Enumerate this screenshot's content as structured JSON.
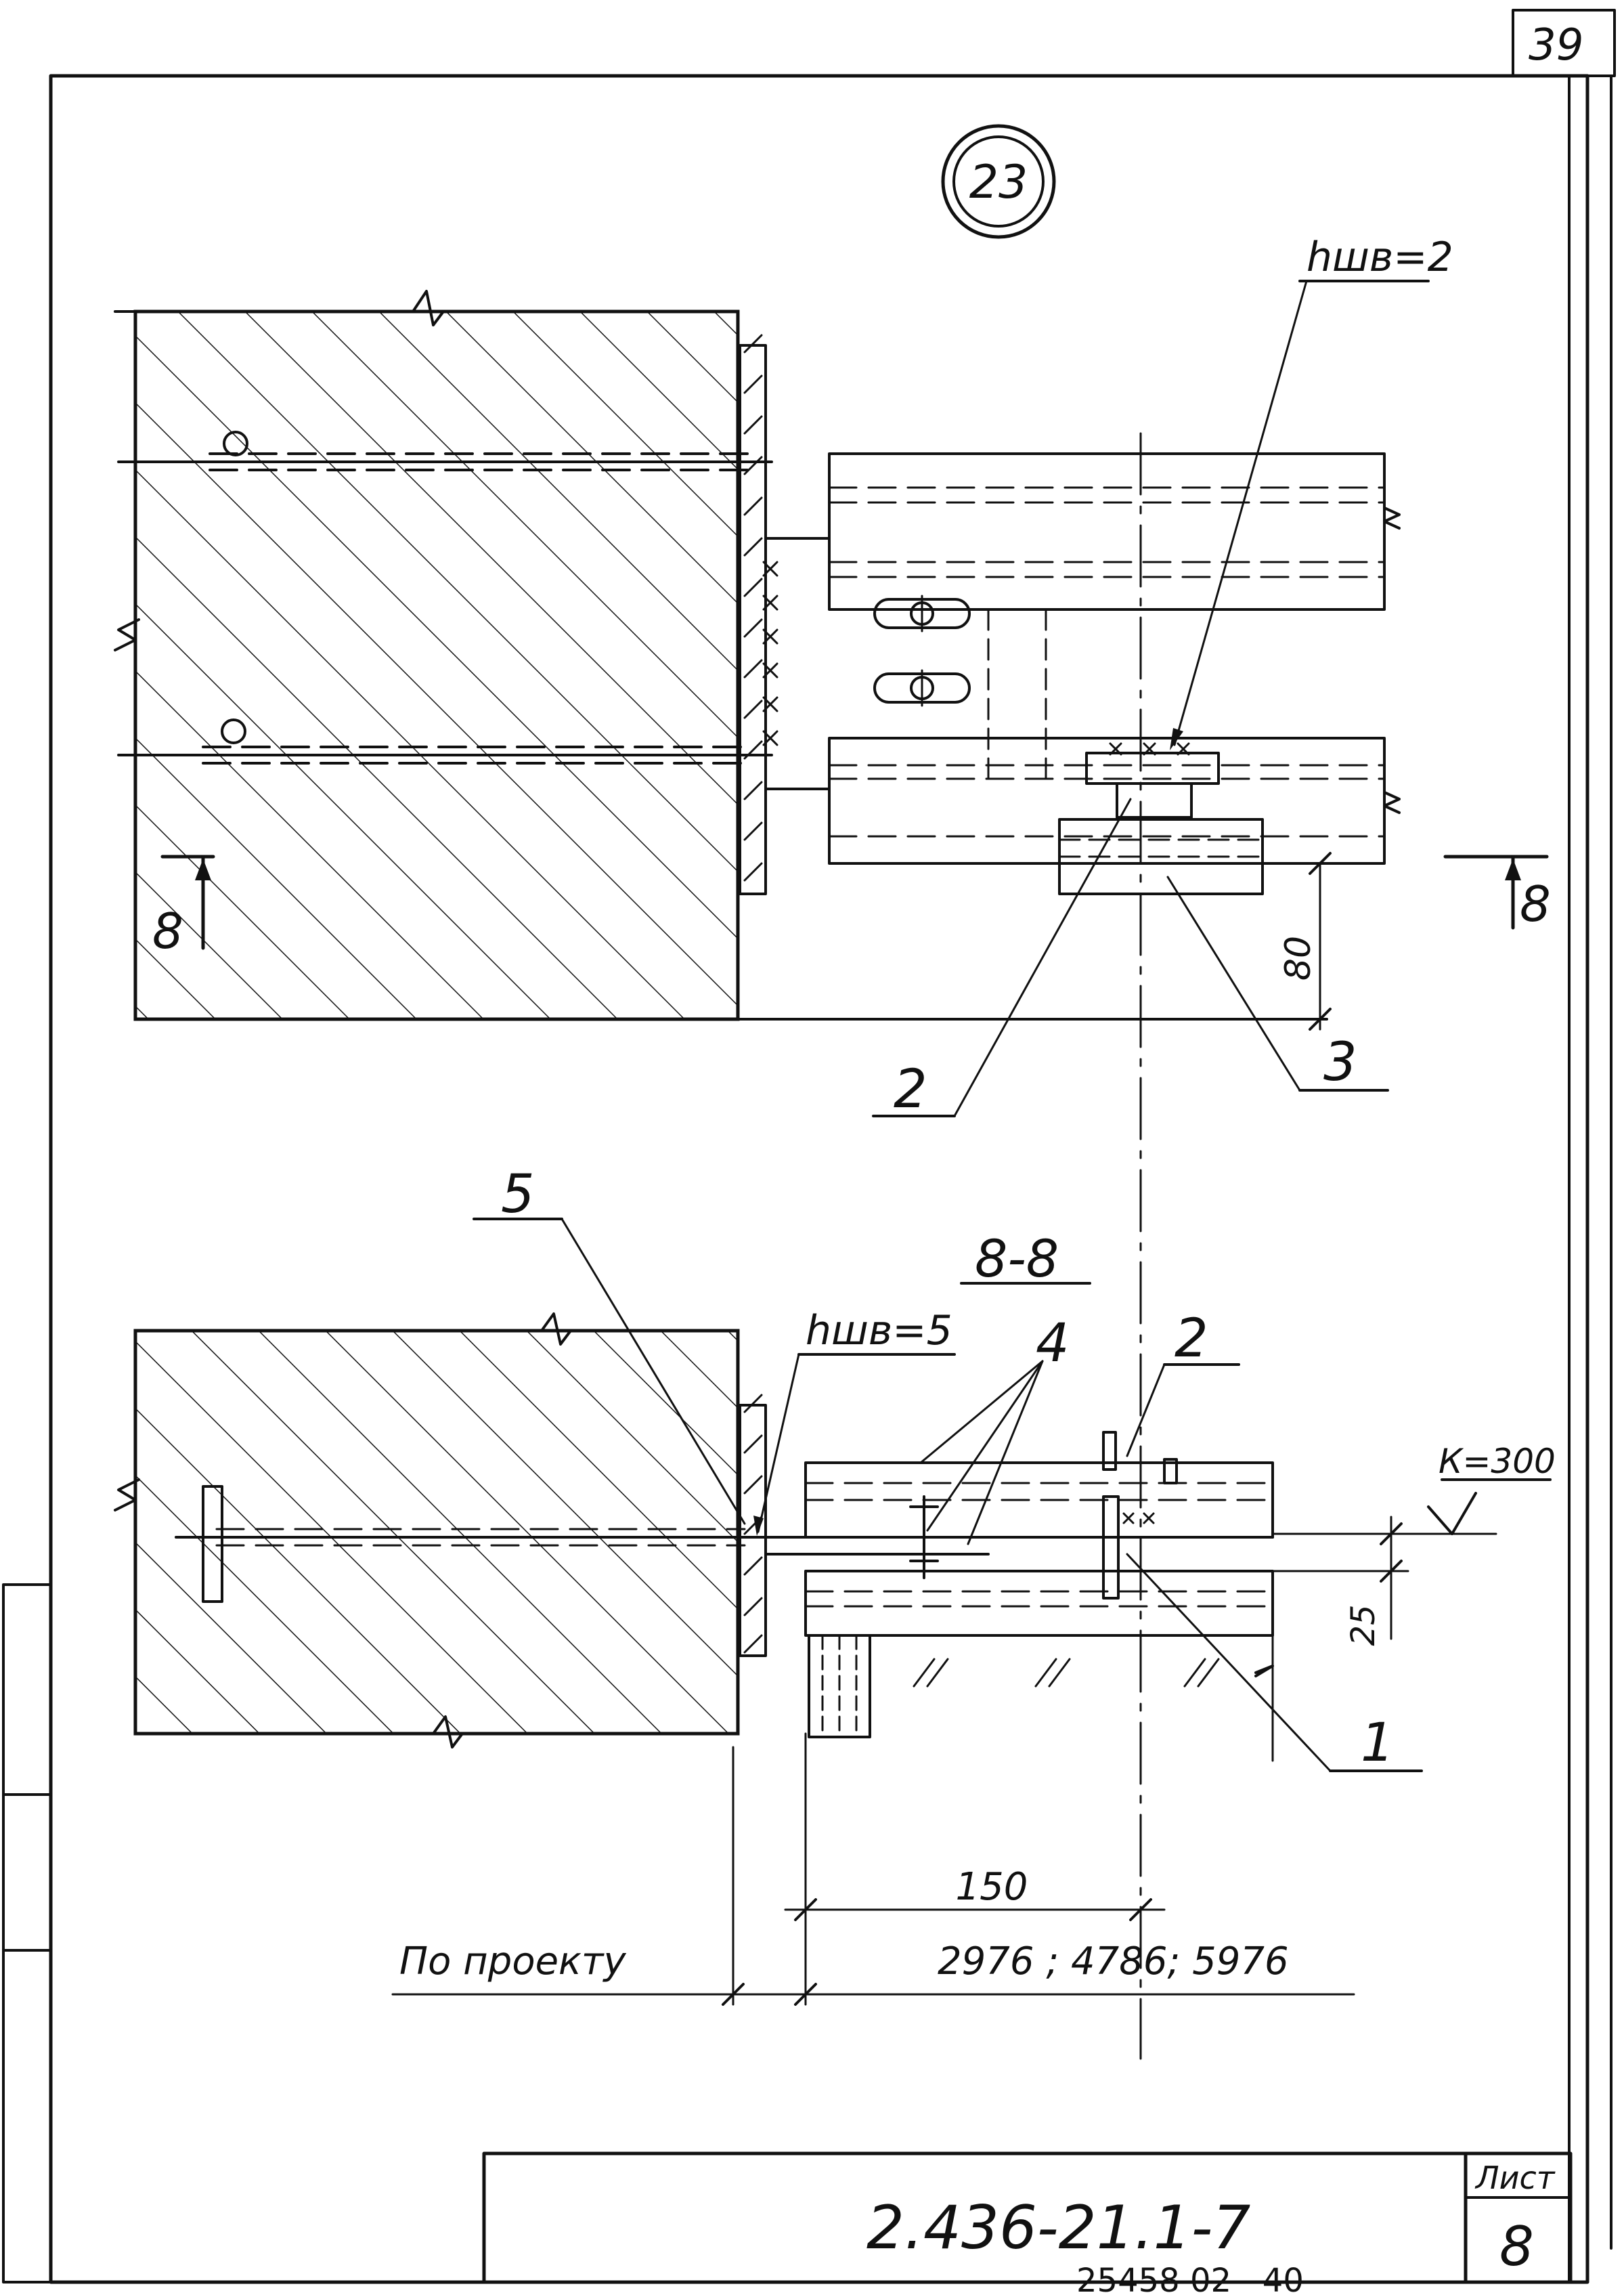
{
  "sheet": {
    "corner_page_number": "39",
    "detail_number": "23",
    "bottom_stamp": "25458 02   40"
  },
  "plan_view": {
    "weld_label": "hшв=2",
    "section_mark": "8",
    "dim_80": "80",
    "callout_2": "2",
    "callout_3": "3"
  },
  "section_view": {
    "title": "8-8",
    "weld_label": "hшв=5",
    "callout_5": "5",
    "callout_4": "4",
    "callout_2": "2",
    "callout_1": "1",
    "level_mark": "К=300",
    "dim_25": "25",
    "dim_150": "150",
    "note_left": "По проекту",
    "note_right": "2976 ; 4786; 5976"
  },
  "title_block": {
    "document_code": "2.436-21.1-7",
    "sheet_label": "Лист",
    "sheet_number": "8"
  }
}
